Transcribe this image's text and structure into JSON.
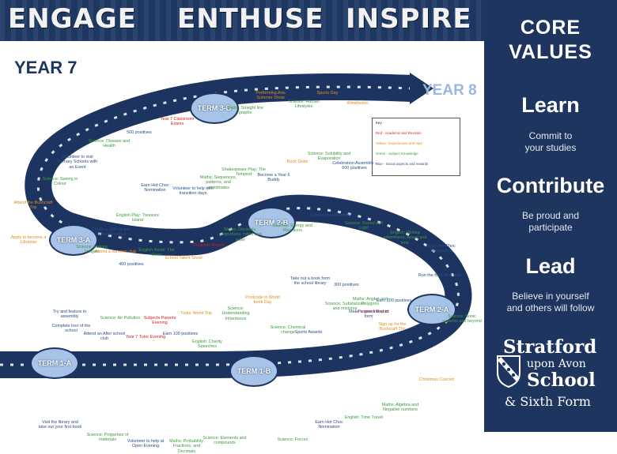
{
  "banner": {
    "words": [
      "ENGAGE",
      "ENTHUSE",
      "INSPIRE"
    ]
  },
  "sidebar": {
    "title_line1": "CORE",
    "title_line2": "VALUES",
    "values": [
      {
        "name": "Learn",
        "desc_line1": "Commit to",
        "desc_line2": "your studies"
      },
      {
        "name": "Contribute",
        "desc_line1": "Be proud and",
        "desc_line2": "participate"
      },
      {
        "name": "Lead",
        "desc_line1": "Believe in yourself",
        "desc_line2": "and others will follow"
      }
    ],
    "logo": {
      "line1": "Stratford",
      "line2": "upon Avon",
      "line3": "School",
      "line4": "& Sixth Form"
    }
  },
  "map": {
    "year_start": "YEAR 7",
    "year_end": "YEAR 8",
    "terms": [
      "TERM 1-A",
      "TERM 1-B",
      "TERM 2-A",
      "TERM 2-B",
      "TERM 3-A",
      "TERM 3-B"
    ],
    "key": {
      "title": "Key",
      "items": [
        {
          "text": "Red - Academic and Revision",
          "color": "#d21c1c"
        },
        {
          "text": "Yellow - Experiences and trips",
          "color": "#e58a16"
        },
        {
          "text": "Green - Subject Knowledge",
          "color": "#3c9a3c"
        },
        {
          "text": "Blue - Social aspects and rewards",
          "color": "#2b4f8a"
        }
      ]
    },
    "milestones": [
      {
        "text": "Complete tour of the school",
        "cat": "blue"
      },
      {
        "text": "Attend an After school club",
        "cat": "blue"
      },
      {
        "text": "Year 7 Tutor Evening",
        "cat": "red"
      },
      {
        "text": "Earn 100 positives",
        "cat": "blue"
      },
      {
        "text": "English: Charity Speeches",
        "cat": "green"
      },
      {
        "text": "Science: Chemical change",
        "cat": "green"
      },
      {
        "text": "Sports Awards",
        "cat": "blue"
      },
      {
        "text": "Science: Substances and mixtures",
        "cat": "green"
      },
      {
        "text": "Progress Report",
        "cat": "red"
      },
      {
        "text": "Earn 200 positives",
        "cat": "blue"
      },
      {
        "text": "Visit the library and take out your first book",
        "cat": "blue"
      },
      {
        "text": "Science: Properties of materials",
        "cat": "green"
      },
      {
        "text": "Volunteer to help at Open Evening",
        "cat": "blue"
      },
      {
        "text": "Maths: Probability, Fractions, and Decimals",
        "cat": "green"
      },
      {
        "text": "Science: Elements and compounds",
        "cat": "green"
      },
      {
        "text": "Science: Forces",
        "cat": "green"
      },
      {
        "text": "Earn Hot Choc Nomination",
        "cat": "blue"
      },
      {
        "text": "English: Time Travel",
        "cat": "green"
      },
      {
        "text": "Maths: Algebra and Negative numbers",
        "cat": "green"
      },
      {
        "text": "Christmas Concert",
        "cat": "orange"
      },
      {
        "text": "Science: Sonic systems and beyond",
        "cat": "green"
      },
      {
        "text": "Sign up for the Bushcraft Trip",
        "cat": "orange"
      },
      {
        "text": "Make a new friend in form",
        "cat": "blue"
      },
      {
        "text": "Maths: Angles and Polygons",
        "cat": "green"
      },
      {
        "text": "300 positives",
        "cat": "blue"
      },
      {
        "text": "Take out a book form the school library",
        "cat": "blue"
      },
      {
        "text": "Run the form time quiz",
        "cat": "blue"
      },
      {
        "text": "Earn Hot Choc Nomination",
        "cat": "blue"
      },
      {
        "text": "English: Writing adventures, space and time",
        "cat": "green"
      },
      {
        "text": "Science: Sound and Light",
        "cat": "green"
      },
      {
        "text": "Celebration Assembly",
        "cat": "blue"
      },
      {
        "text": "Science: Energy and Reactions",
        "cat": "green"
      },
      {
        "text": "Maths: Decimals, proportions, ratios and scale",
        "cat": "green"
      },
      {
        "text": "Progress Report",
        "cat": "red"
      },
      {
        "text": "School Talent Show",
        "cat": "orange"
      },
      {
        "text": "English Novel: The Giver",
        "cat": "green"
      },
      {
        "text": "Attend a summer club",
        "cat": "orange"
      },
      {
        "text": "400 positives",
        "cat": "blue"
      },
      {
        "text": "Postcode in World book Day",
        "cat": "orange"
      },
      {
        "text": "Science: Understanding Inheritance",
        "cat": "green"
      },
      {
        "text": "Tudor World Trip",
        "cat": "orange"
      },
      {
        "text": "Subjects Parents Evening",
        "cat": "red"
      },
      {
        "text": "Science: Air Pollution",
        "cat": "green"
      },
      {
        "text": "Try and feature in assembly",
        "cat": "blue"
      },
      {
        "text": "Apply to become a Librarian",
        "cat": "orange"
      },
      {
        "text": "Science: Making Images",
        "cat": "green"
      },
      {
        "text": "Create a stall for the Cultural Festival",
        "cat": "blue"
      },
      {
        "text": "English Play: Treasure Island",
        "cat": "green"
      },
      {
        "text": "Attend the Bushcraft Trip",
        "cat": "orange"
      },
      {
        "text": "Science: Seeing in Colour",
        "cat": "green"
      },
      {
        "text": "Volunteer to visit Primary Schools with an Event",
        "cat": "blue"
      },
      {
        "text": "Science: Disease and Health",
        "cat": "green"
      },
      {
        "text": "500 positives",
        "cat": "blue"
      },
      {
        "text": "Year 7 Classroom Exams",
        "cat": "red"
      },
      {
        "text": "Earn Hot Choc Nomination",
        "cat": "blue"
      },
      {
        "text": "Volunteer to help with transition days",
        "cat": "blue"
      },
      {
        "text": "Maths: Sequences, patterns, and coordinates",
        "cat": "green"
      },
      {
        "text": "Shakespeare Play: The Tempest",
        "cat": "green"
      },
      {
        "text": "Maths: Straight line graphs",
        "cat": "green"
      },
      {
        "text": "Performing Arts Summer Show",
        "cat": "orange"
      },
      {
        "text": "Become a Year 6 Buddy",
        "cat": "blue"
      },
      {
        "text": "Science: Human Lifestyles",
        "cat": "green"
      },
      {
        "text": "Rock Grids",
        "cat": "orange"
      },
      {
        "text": "Science: Solubility and Evaporation",
        "cat": "green"
      },
      {
        "text": "Sports Day",
        "cat": "orange"
      },
      {
        "text": "Celebration Assembly - 600 positives",
        "cat": "blue"
      },
      {
        "text": "Wimbledon",
        "cat": "orange"
      }
    ]
  }
}
